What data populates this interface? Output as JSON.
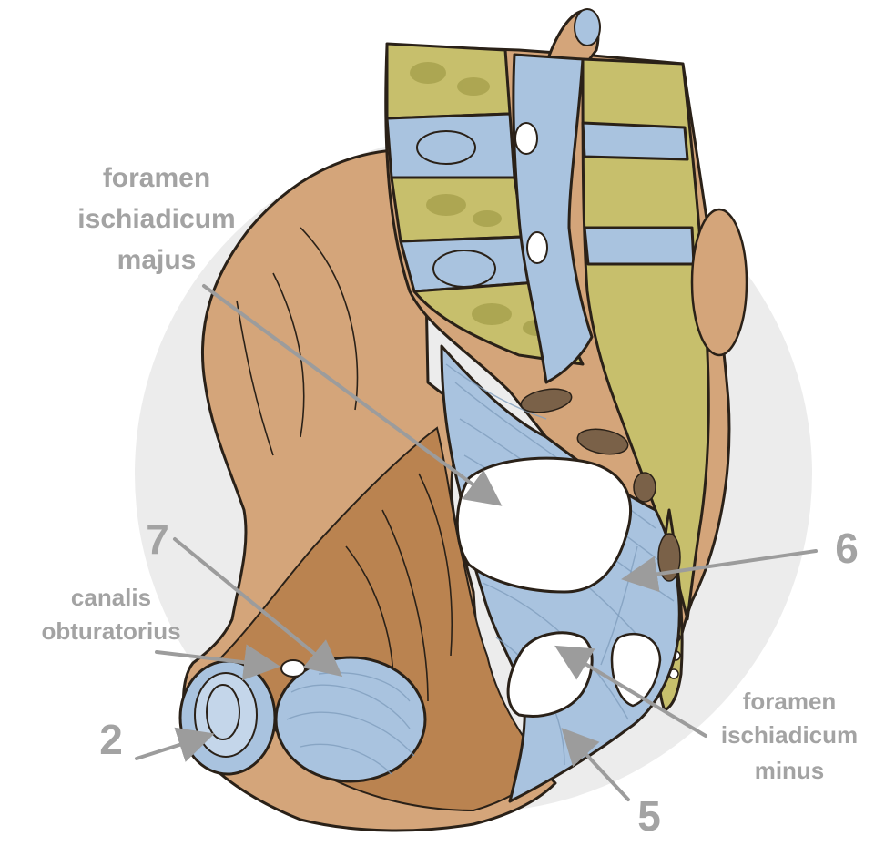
{
  "labels": {
    "foramen_majus": [
      "foramen",
      "ischiadicum",
      "majus"
    ],
    "foramen_minus": [
      "foramen",
      "ischiadicum",
      "minus"
    ],
    "canalis_obturatorius": [
      "canalis",
      "obturatorius"
    ],
    "num_2": "2",
    "num_5": "5",
    "num_6": "6",
    "num_7": "7"
  },
  "colors": {
    "background_disc": "#ececec",
    "bone": "#d4a57a",
    "bone_dark": "#ba8350",
    "ligament": "#a9c3df",
    "vertebra": "#c7bf6c",
    "vertebra_spots": "#a49e4a",
    "fat_dark": "#7a6148",
    "label": "#a3a3a3",
    "arrow": "#9c9c9c"
  }
}
